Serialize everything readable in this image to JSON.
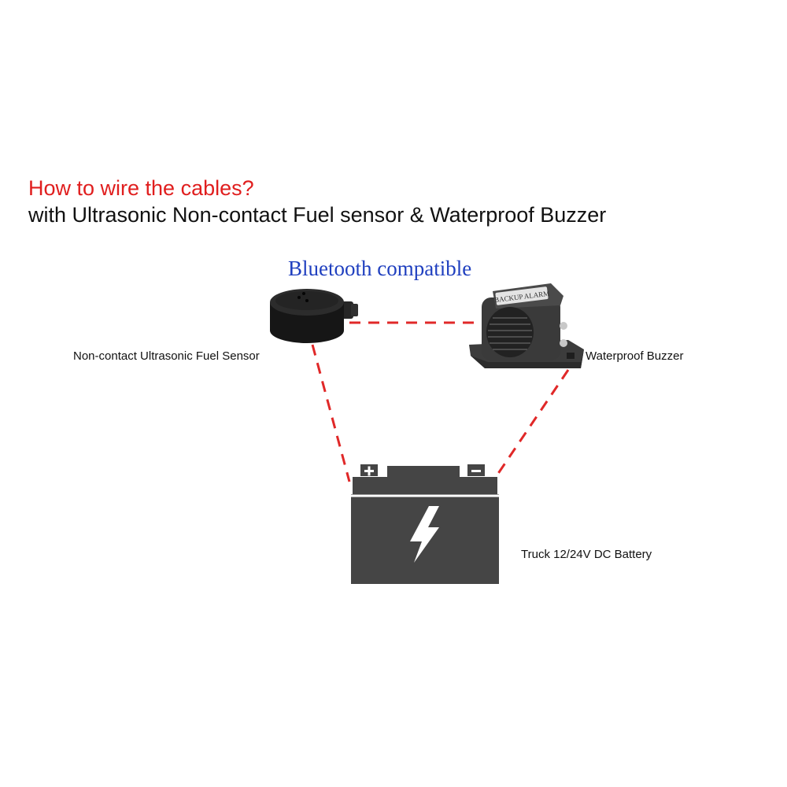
{
  "heading": "How to wire the cables?",
  "subheading": "with Ultrasonic Non-contact Fuel sensor & Waterproof Buzzer",
  "connection_label": "Bluetooth compatible",
  "components": {
    "sensor": "Non-contact Ultrasonic Fuel Sensor",
    "buzzer": "Waterproof Buzzer",
    "buzzer_sticker": "BACKUP ALARM",
    "battery": "Truck 12/24V DC Battery"
  },
  "colors": {
    "heading": "#e01e1e",
    "connection_label": "#1f3fbf",
    "wire": "#e02828",
    "battery": "#454545",
    "device": "#1b1b1b"
  },
  "icons": {
    "battery": "battery-icon",
    "bolt": "lightning-bolt-icon",
    "plus": "plus-terminal-icon",
    "minus": "minus-terminal-icon"
  }
}
